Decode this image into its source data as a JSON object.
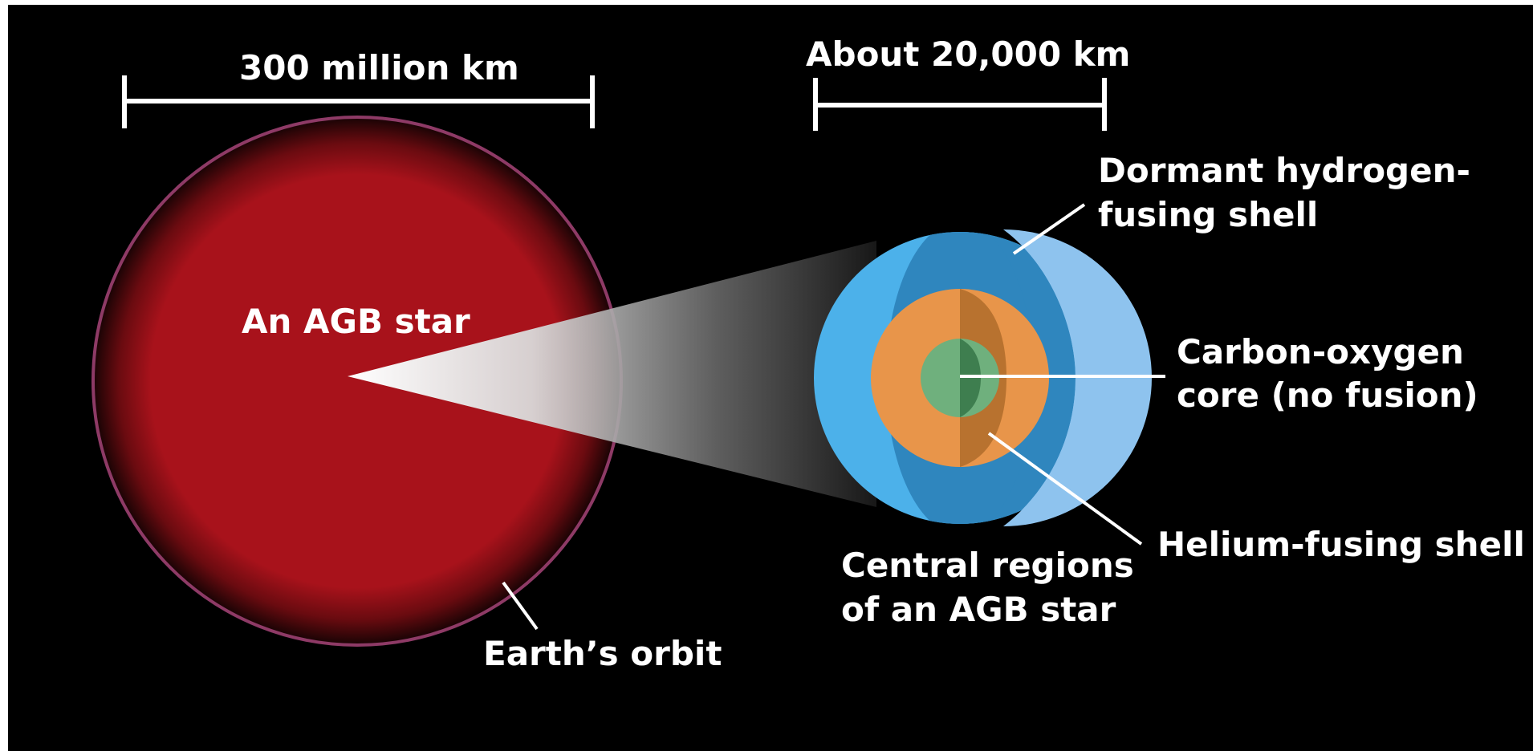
{
  "scale_bars": {
    "star_width": "300 million km",
    "core_width": "About 20,000 km"
  },
  "labels": {
    "agb_star": "An AGB star",
    "earth_orbit": "Earth’s orbit",
    "central_regions_line1": "Central regions",
    "central_regions_line2": "of an AGB star",
    "dormant_shell_line1": "Dormant hydrogen-",
    "dormant_shell_line2": "fusing shell",
    "co_core_line1": "Carbon-oxygen",
    "co_core_line2": "core (no fusion)",
    "helium_shell": "Helium-fusing shell"
  },
  "colors": {
    "background": "#000000",
    "star_red": "#a8121b",
    "orbit": "#8e3a66",
    "hydrogen_envelope": "#4cb1ea",
    "dormant_shell": "#8ec3ee",
    "helium_shell": "#e8954a",
    "core": "#6fb07d",
    "text": "#ffffff"
  }
}
